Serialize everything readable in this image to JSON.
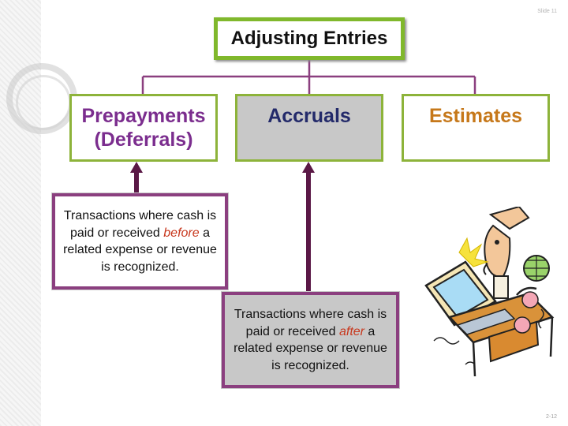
{
  "slide": {
    "slide_number": "Slide 11",
    "page_number": "2-12"
  },
  "title": "Adjusting Entries",
  "categories": [
    {
      "line1": "Prepayments",
      "line2": "(Deferrals)"
    },
    {
      "line1": "Accruals",
      "line2": ""
    },
    {
      "line1": "Estimates",
      "line2": ""
    }
  ],
  "descriptions": [
    {
      "before": "Transactions where cash is paid or received ",
      "emphasis": "before",
      "after": " a related expense or revenue is recognized."
    },
    {
      "before": "Transactions where cash is paid or received ",
      "emphasis": "after",
      "after": " a related expense or revenue is recognized."
    }
  ],
  "colors": {
    "title_border": "#80b82c",
    "box_border": "#8db33a",
    "connector": "#8b3f7f",
    "arrow": "#5a1846",
    "prepayments_text": "#7b2d8e",
    "accruals_text": "#232a6a",
    "estimates_text": "#c6781a",
    "emphasis_text": "#c8381e"
  },
  "icons": [
    "businessman-computer-clipart-icon"
  ]
}
